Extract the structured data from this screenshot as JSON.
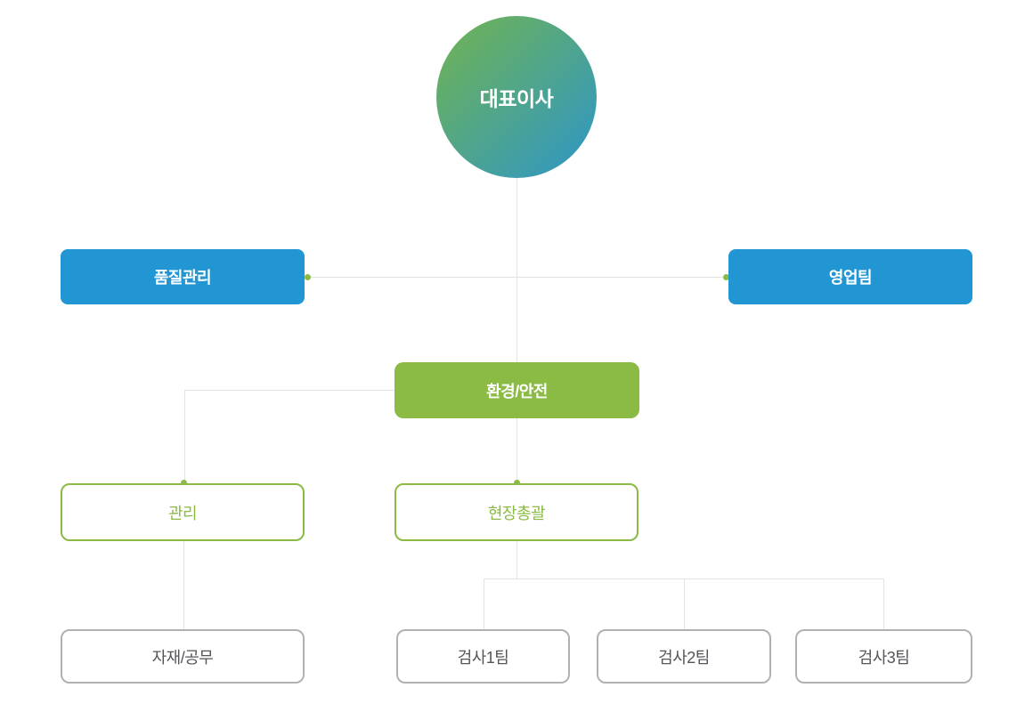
{
  "colors": {
    "blue_box": "#2196d3",
    "green_box": "#8bba45",
    "connector_line": "#e3e3e3",
    "gray_border": "#b1b1b1",
    "dark_text": "#55565a",
    "ceo_gradient_start": "#72b450",
    "ceo_gradient_end": "#2d96c8"
  },
  "org_chart": {
    "ceo": {
      "label": "대표이사"
    },
    "level2": [
      {
        "label": "품질관리"
      },
      {
        "label": "영업팀"
      }
    ],
    "level3": {
      "label": "환경/안전"
    },
    "level4": [
      {
        "label": "관리"
      },
      {
        "label": "현장총괄"
      }
    ],
    "level5_left": {
      "label": "자재/공무"
    },
    "level5_right": [
      {
        "label": "검사1팀"
      },
      {
        "label": "검사2팀"
      },
      {
        "label": "검사3팀"
      }
    ]
  }
}
